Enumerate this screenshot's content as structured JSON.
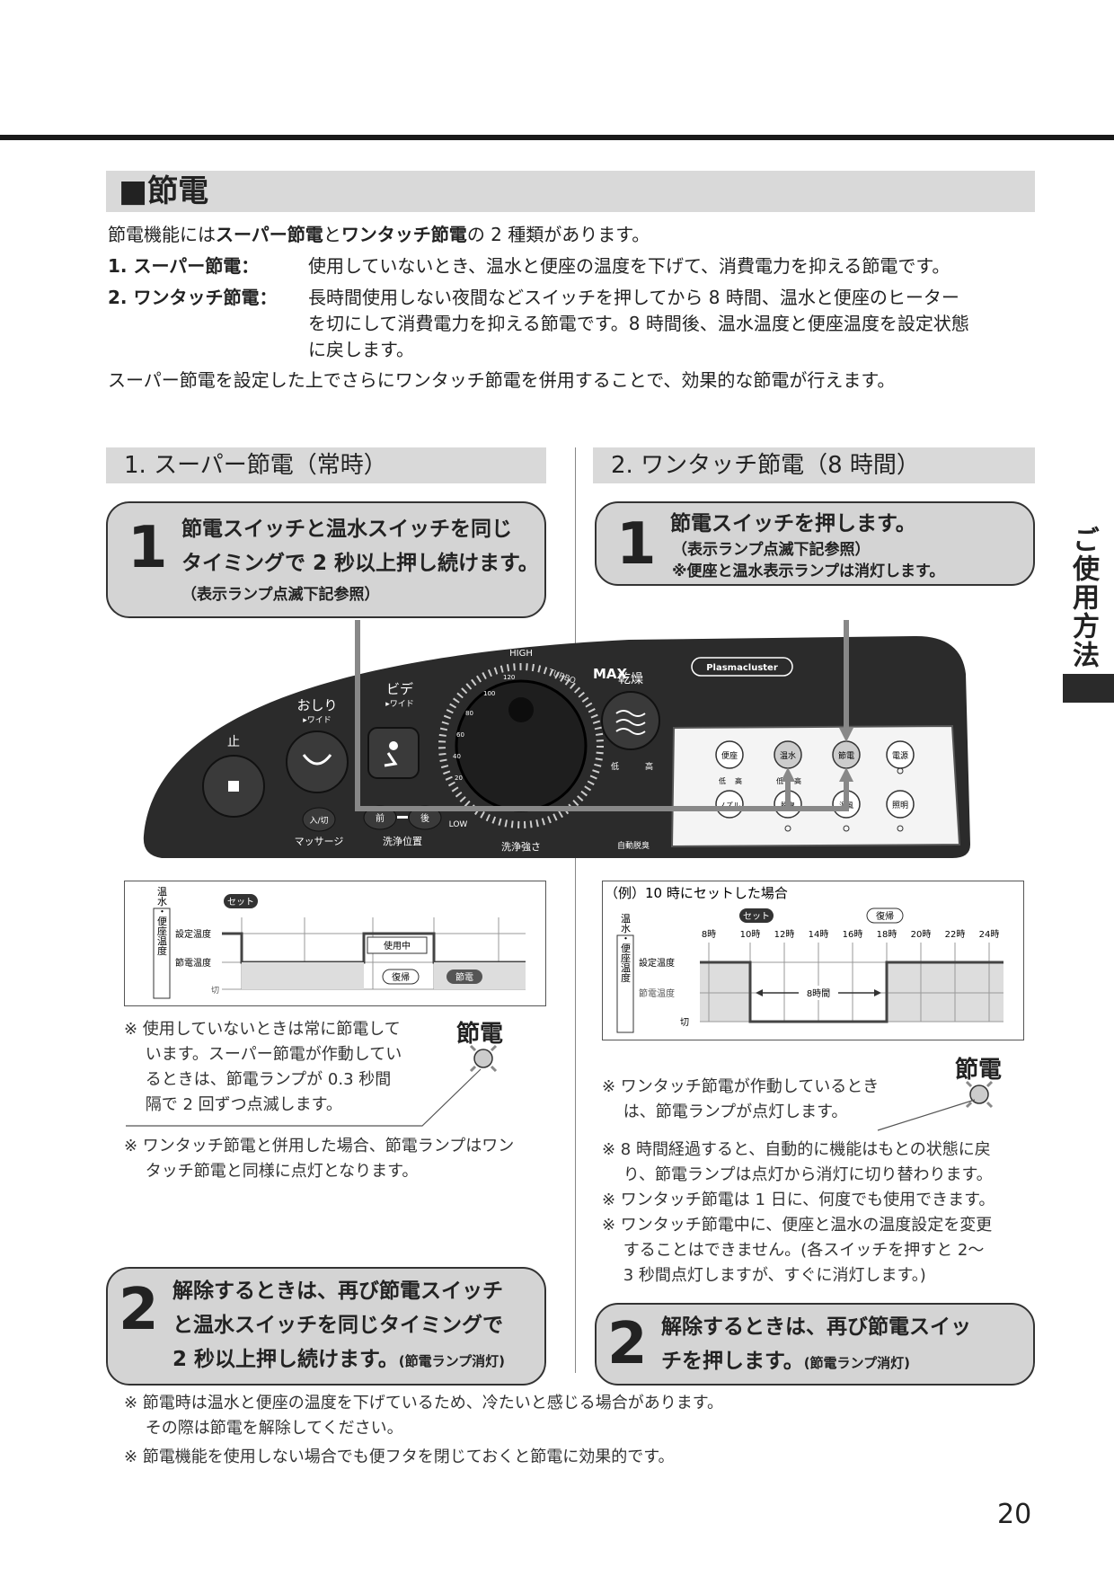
{
  "section": {
    "title": "■節電"
  },
  "intro": {
    "line1_a": "節電機能には",
    "line1_b": "スーパー節電",
    "line1_c": "と",
    "line1_d": "ワンタッチ節電",
    "line1_e": "の 2 種類があります。",
    "item1_label": "1. スーパー節電：",
    "item1_text": "使用していないとき、温水と便座の温度を下げて、消費電力を抑える節電です。",
    "item2_label": "2. ワンタッチ節電：",
    "item2_text1": "長時間使用しない夜間などスイッチを押してから 8 時間、温水と便座のヒーター",
    "item2_text2": "を切にして消費電力を抑える節電です。8 時間後、温水温度と便座温度を設定状態",
    "item2_text3": "に戻します。",
    "summary": "スーパー節電を設定した上でさらにワンタッチ節電を併用することで、効果的な節電が行えます。"
  },
  "left": {
    "header": "1. スーパー節電（常時）",
    "step1": {
      "num": "1",
      "line1": "節電スイッチと温水スイッチを同じ",
      "line2": "タイミングで 2 秒以上押し続けます。",
      "sub": "（表示ランプ点滅下記参照）"
    },
    "chart": {
      "ylabel": "温水・便座温度",
      "set_label": "設定温度",
      "save_label": "節電温度",
      "off_label": "切",
      "set_badge": "セット",
      "in_use": "使用中",
      "return_badge": "復帰",
      "save_badge": "節電"
    },
    "lamp_label": "節電",
    "note1": [
      "※ 使用していないときは常に節電して",
      "　 います。スーパー節電が作動してい",
      "　 るときは、節電ランプが 0.3 秒間",
      "　 隔で 2 回ずつ点滅します。"
    ],
    "note2": [
      "※ ワンタッチ節電と併用した場合、節電ランプはワン",
      "　 タッチ節電と同様に点灯となります。"
    ],
    "step2": {
      "num": "2",
      "line1": "解除するときは、再び節電スイッチ",
      "line2": "と温水スイッチを同じタイミングで",
      "line3": "2 秒以上押し続けます。",
      "line3_small": "(節電ランプ消灯)"
    }
  },
  "right": {
    "header": "2. ワンタッチ節電（8 時間）",
    "step1": {
      "num": "1",
      "line1": "節電スイッチを押します。",
      "sub1": "（表示ランプ点滅下記参照）",
      "sub2": "※便座と温水表示ランプは消灯します。"
    },
    "chart": {
      "caption": "（例）10 時にセットした場合",
      "set_badge": "セット",
      "return_badge": "復帰",
      "times": [
        "8時",
        "10時",
        "12時",
        "14時",
        "16時",
        "18時",
        "20時",
        "22時",
        "24時"
      ],
      "ylabel": "温水・便座温度",
      "set_label": "設定温度",
      "save_label": "節電温度",
      "off_label": "切",
      "duration": "8時間"
    },
    "lamp_label": "節電",
    "note1": [
      "※ ワンタッチ節電が作動しているとき",
      "　 は、節電ランプが点灯します。"
    ],
    "notes": [
      "※ 8 時間経過すると、自動的に機能はもとの状態に戻",
      "　 り、節電ランプは点灯から消灯に切り替わります。",
      "※ ワンタッチ節電は 1 日に、何度でも使用できます。",
      "※ ワンタッチ節電中に、便座と温水の温度設定を変更",
      "　 することはできません。(各スイッチを押すと 2～",
      "　 3 秒間点灯しますが、すぐに消灯します。)"
    ],
    "step2": {
      "num": "2",
      "line1": "解除するときは、再び節電スイッ",
      "line2": "チを押します。",
      "line2_small": "(節電ランプ消灯)"
    }
  },
  "panel": {
    "stop": "止",
    "oshiri": "おしり",
    "oshiri_wide": "▸ワイド",
    "bidet": "ビデ",
    "bidet_wide": "▸ワイド",
    "massage_btn": "入/切",
    "massage": "マッサージ",
    "pos_front": "前",
    "pos_back": "後",
    "pos_label": "洗浄位置",
    "strength": "洗浄強さ",
    "high": "HIGH",
    "low": "LOW",
    "turbo": "TURBO",
    "max": "MAX",
    "dry": "乾燥",
    "dry_low": "低",
    "dry_high": "高",
    "brand": "Plasmacluster",
    "auto": "自動脱臭",
    "scale": [
      "120",
      "100",
      "80",
      "60",
      "40",
      "20"
    ],
    "buttons": [
      "便座",
      "温水",
      "節電",
      "電源",
      "ノズル",
      "脱臭",
      "温風",
      "照明"
    ],
    "lo": "低",
    "hi": "高"
  },
  "bottom_notes": [
    "※ 節電時は温水と便座の温度を下げているため、冷たいと感じる場合があります。",
    "　 その際は節電を解除してください。",
    "※ 節電機能を使用しない場合でも便フタを閉じておくと節電に効果的です。"
  ],
  "side_tab": "ご使用方法",
  "page_number": "20"
}
